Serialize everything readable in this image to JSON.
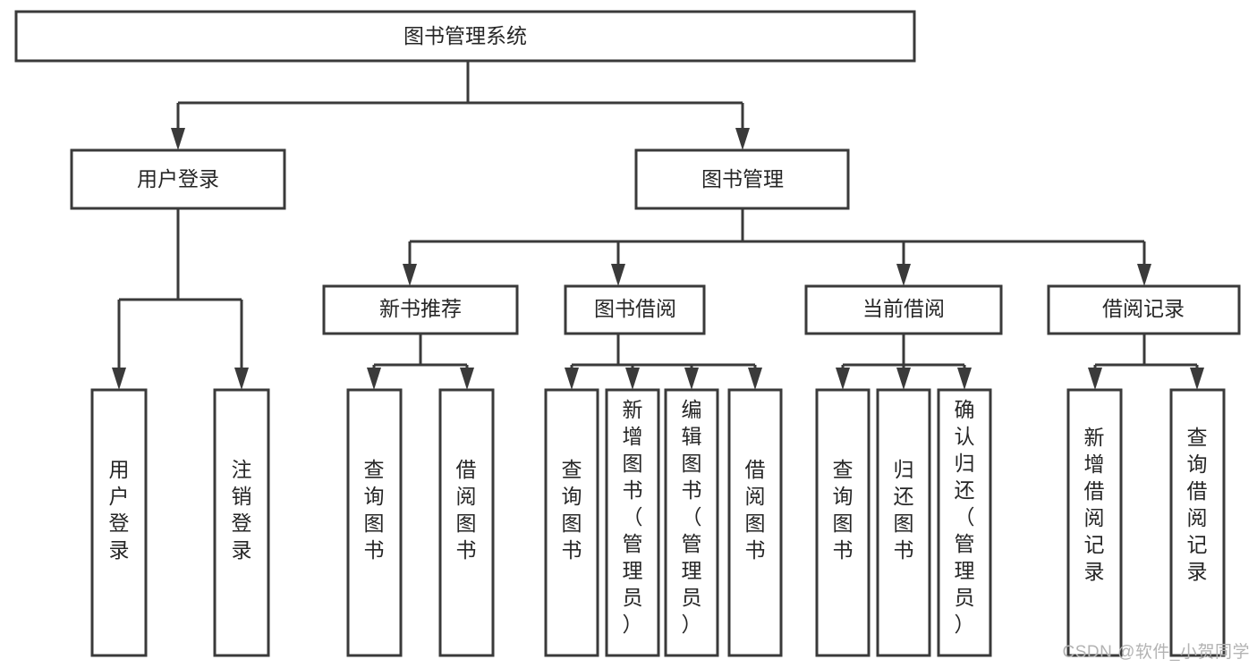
{
  "diagram": {
    "title": "图书管理系统",
    "type": "tree-hierarchy",
    "root": {
      "id": "root",
      "label": "图书管理系统"
    },
    "level2": [
      {
        "id": "user-login",
        "label": "用户登录"
      },
      {
        "id": "book-management",
        "label": "图书管理"
      }
    ],
    "level3": [
      {
        "id": "new-book-recommend",
        "label": "新书推荐",
        "parent": "book-management"
      },
      {
        "id": "book-borrow",
        "label": "图书借阅",
        "parent": "book-management"
      },
      {
        "id": "current-borrow",
        "label": "当前借阅",
        "parent": "book-management"
      },
      {
        "id": "borrow-record",
        "label": "借阅记录",
        "parent": "book-management"
      }
    ],
    "leaves": {
      "user-login": [
        {
          "id": "leaf-user-login",
          "label": "用户登录"
        },
        {
          "id": "leaf-user-logout",
          "label": "注销登录"
        }
      ],
      "new-book-recommend": [
        {
          "id": "leaf-query-book-1",
          "label": "查询图书"
        },
        {
          "id": "leaf-borrow-book-1",
          "label": "借阅图书"
        }
      ],
      "book-borrow": [
        {
          "id": "leaf-query-book-2",
          "label": "查询图书"
        },
        {
          "id": "leaf-add-book",
          "label": "新增图书（管理员）"
        },
        {
          "id": "leaf-edit-book",
          "label": "编辑图书（管理员）"
        },
        {
          "id": "leaf-borrow-book-2",
          "label": "借阅图书"
        }
      ],
      "current-borrow": [
        {
          "id": "leaf-query-book-3",
          "label": "查询图书"
        },
        {
          "id": "leaf-return-book",
          "label": "归还图书"
        },
        {
          "id": "leaf-confirm-return",
          "label": "确认归还（管理员）"
        }
      ],
      "borrow-record": [
        {
          "id": "leaf-add-record",
          "label": "新增借阅记录"
        },
        {
          "id": "leaf-query-record",
          "label": "查询借阅记录"
        }
      ]
    }
  },
  "watermark": {
    "text": "CSDN @软件_小贺同学"
  },
  "colors": {
    "stroke": "#3a3a3a",
    "box_fill": "#ffffff",
    "text": "#262626",
    "watermark": "#b3b3b3",
    "background": "#ffffff"
  }
}
